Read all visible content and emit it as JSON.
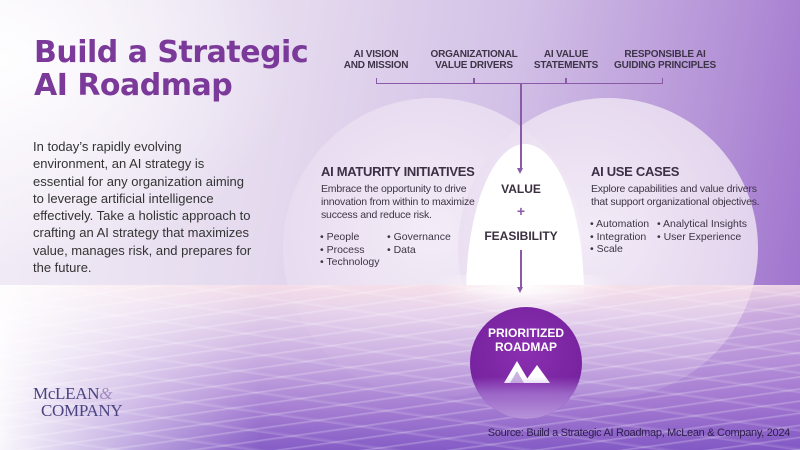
{
  "title": {
    "line1": "Build a Strategic",
    "line2": "AI Roadmap"
  },
  "intro": "In today’s rapidly evolving environment, an AI strategy is essential for any organization aiming to leverage artificial intelligence effectively. Take a holistic approach to crafting an AI strategy that maximizes value, manages risk, and prepares for the future.",
  "drivers": [
    {
      "line1": "AI VISION",
      "line2": "AND MISSION"
    },
    {
      "line1": "ORGANIZATIONAL",
      "line2": "VALUE DRIVERS"
    },
    {
      "line1": "AI VALUE",
      "line2": "STATEMENTS"
    },
    {
      "line1": "RESPONSIBLE AI",
      "line2": "GUIDING PRINCIPLES"
    }
  ],
  "maturity": {
    "title": "AI MATURITY INITIATIVES",
    "desc1": "Embrace the opportunity to drive",
    "desc2": "innovation from within to maximize",
    "desc3": "success and reduce risk.",
    "col1": [
      "People",
      "Process",
      "Technology"
    ],
    "col2": [
      "Governance",
      "Data"
    ]
  },
  "use_cases": {
    "title": "AI USE CASES",
    "desc1": "Explore capabilities and value drivers",
    "desc2": "that support organizational objectives.",
    "col1": [
      "Automation",
      "Integration",
      "Scale"
    ],
    "col2": [
      "Analytical Insights",
      "User Experience"
    ]
  },
  "center": {
    "value": "VALUE",
    "plus": "+",
    "feasibility": "FEASIBILITY"
  },
  "roadmap": {
    "line1": "PRIORITIZED",
    "line2": "ROADMAP",
    "icon": "mountains-icon"
  },
  "logo": {
    "line1": "McLEAN",
    "amp": "&",
    "line2": "COMPANY"
  },
  "source": "Source: Build a Strategic AI Roadmap, McLean & Company, 2024",
  "colors": {
    "title_purple": "#7b3a9a",
    "roadmap_purple": "#7a24a3",
    "line_purple": "#8a5aa8",
    "logo_navy": "#4a4480"
  }
}
